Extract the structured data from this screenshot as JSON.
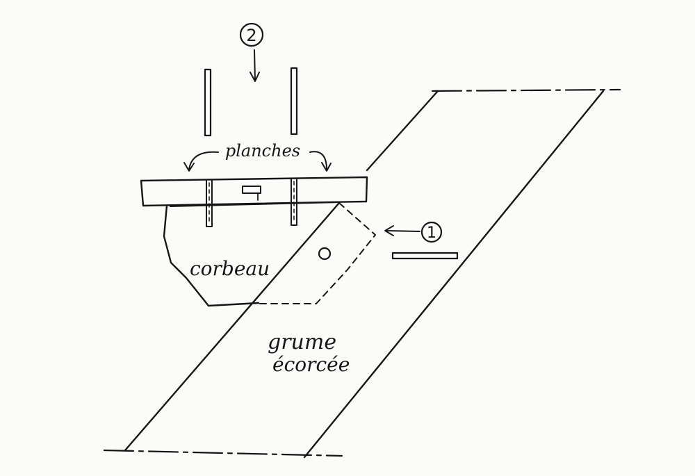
{
  "labels": {
    "callout_2": "2",
    "callout_1": "1",
    "planches": "planches",
    "corbeau": "corbeau",
    "grume_line1": "grume",
    "grume_line2": "écorcée"
  },
  "colors": {
    "ink": "#161616",
    "paper": "#fbfbf9"
  }
}
